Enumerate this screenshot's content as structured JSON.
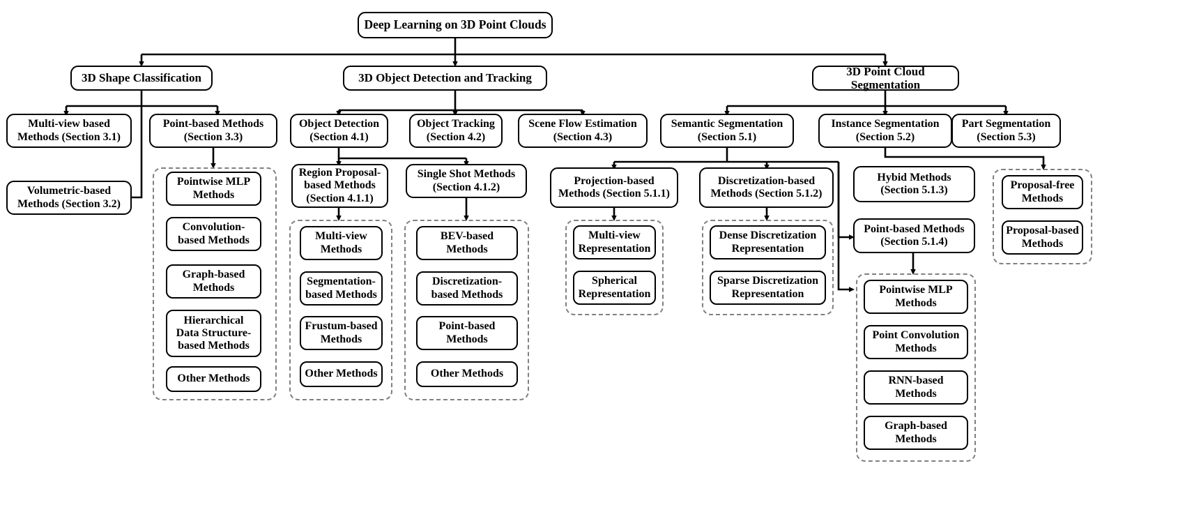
{
  "diagram": {
    "title": "Deep Learning on 3D Point Clouds",
    "type": "taxonomy-tree",
    "root": {
      "label": "Deep Learning on 3D Point Clouds"
    },
    "level1": [
      {
        "label": "3D Shape Classification"
      },
      {
        "label": "3D Object Detection and Tracking"
      },
      {
        "label": "3D Point Cloud Segmentation"
      }
    ],
    "shape_classification": {
      "multiview": "Multi-view based\nMethods (Section 3.1)",
      "multiview_l1": "Multi-view based",
      "multiview_l2": "Methods (Section 3.1)",
      "volumetric_l1": "Volumetric-based",
      "volumetric_l2": "Methods (Section 3.2)",
      "pointbased_l1": "Point-based Methods",
      "pointbased_l2": "(Section 3.3)",
      "pointbased_children": [
        "Pointwise MLP\nMethods",
        "Convolution-\nbased Methods",
        "Graph-based\nMethods",
        "Hierarchical\nData Structure-\nbased Methods",
        "Other Methods"
      ]
    },
    "detection_tracking": {
      "object_detection_l1": "Object Detection",
      "object_detection_l2": "(Section 4.1)",
      "object_tracking_l1": "Object Tracking",
      "object_tracking_l2": "(Section 4.2)",
      "scene_flow_l1": "Scene Flow Estimation",
      "scene_flow_l2": "(Section 4.3)",
      "region_proposal_l1": "Region Proposal-",
      "region_proposal_l2": "based Methods",
      "region_proposal_l3": "(Section 4.1.1)",
      "single_shot_l1": "Single Shot Methods",
      "single_shot_l2": "(Section 4.1.2)",
      "region_proposal_children": [
        "Multi-view\nMethods",
        "Segmentation-\nbased Methods",
        "Frustum-based\nMethods",
        "Other Methods"
      ],
      "single_shot_children": [
        "BEV-based\nMethods",
        "Discretization-\nbased Methods",
        "Point-based\nMethods",
        "Other Methods"
      ]
    },
    "segmentation": {
      "semantic_l1": "Semantic Segmentation",
      "semantic_l2": "(Section 5.1)",
      "instance_l1": "Instance Segmentation",
      "instance_l2": "(Section 5.2)",
      "part_l1": "Part Segmentation",
      "part_l2": "(Section 5.3)",
      "projection_l1": "Projection-based",
      "projection_l2": "Methods (Section 5.1.1)",
      "discretization_l1": "Discretization-based",
      "discretization_l2": "Methods (Section 5.1.2)",
      "hybrid_l1": "Hybid Methods",
      "hybrid_l2": "(Section 5.1.3)",
      "pointbased_l1": "Point-based Methods",
      "pointbased_l2": "(Section 5.1.4)",
      "projection_children": [
        "Multi-view\nRepresentation",
        "Spherical\nRepresentation"
      ],
      "discretization_children": [
        "Dense Discretization\nRepresentation",
        "Sparse Discretization\nRepresentation"
      ],
      "pointbased_children": [
        "Pointwise MLP\nMethods",
        "Point Convolution\nMethods",
        "RNN-based\nMethods",
        "Graph-based\nMethods"
      ],
      "instance_children": [
        "Proposal-free\nMethods",
        "Proposal-based\nMethods"
      ]
    },
    "colors": {
      "node_border": "#000000",
      "group_border": "#808080",
      "background": "#ffffff",
      "text": "#000000"
    }
  }
}
